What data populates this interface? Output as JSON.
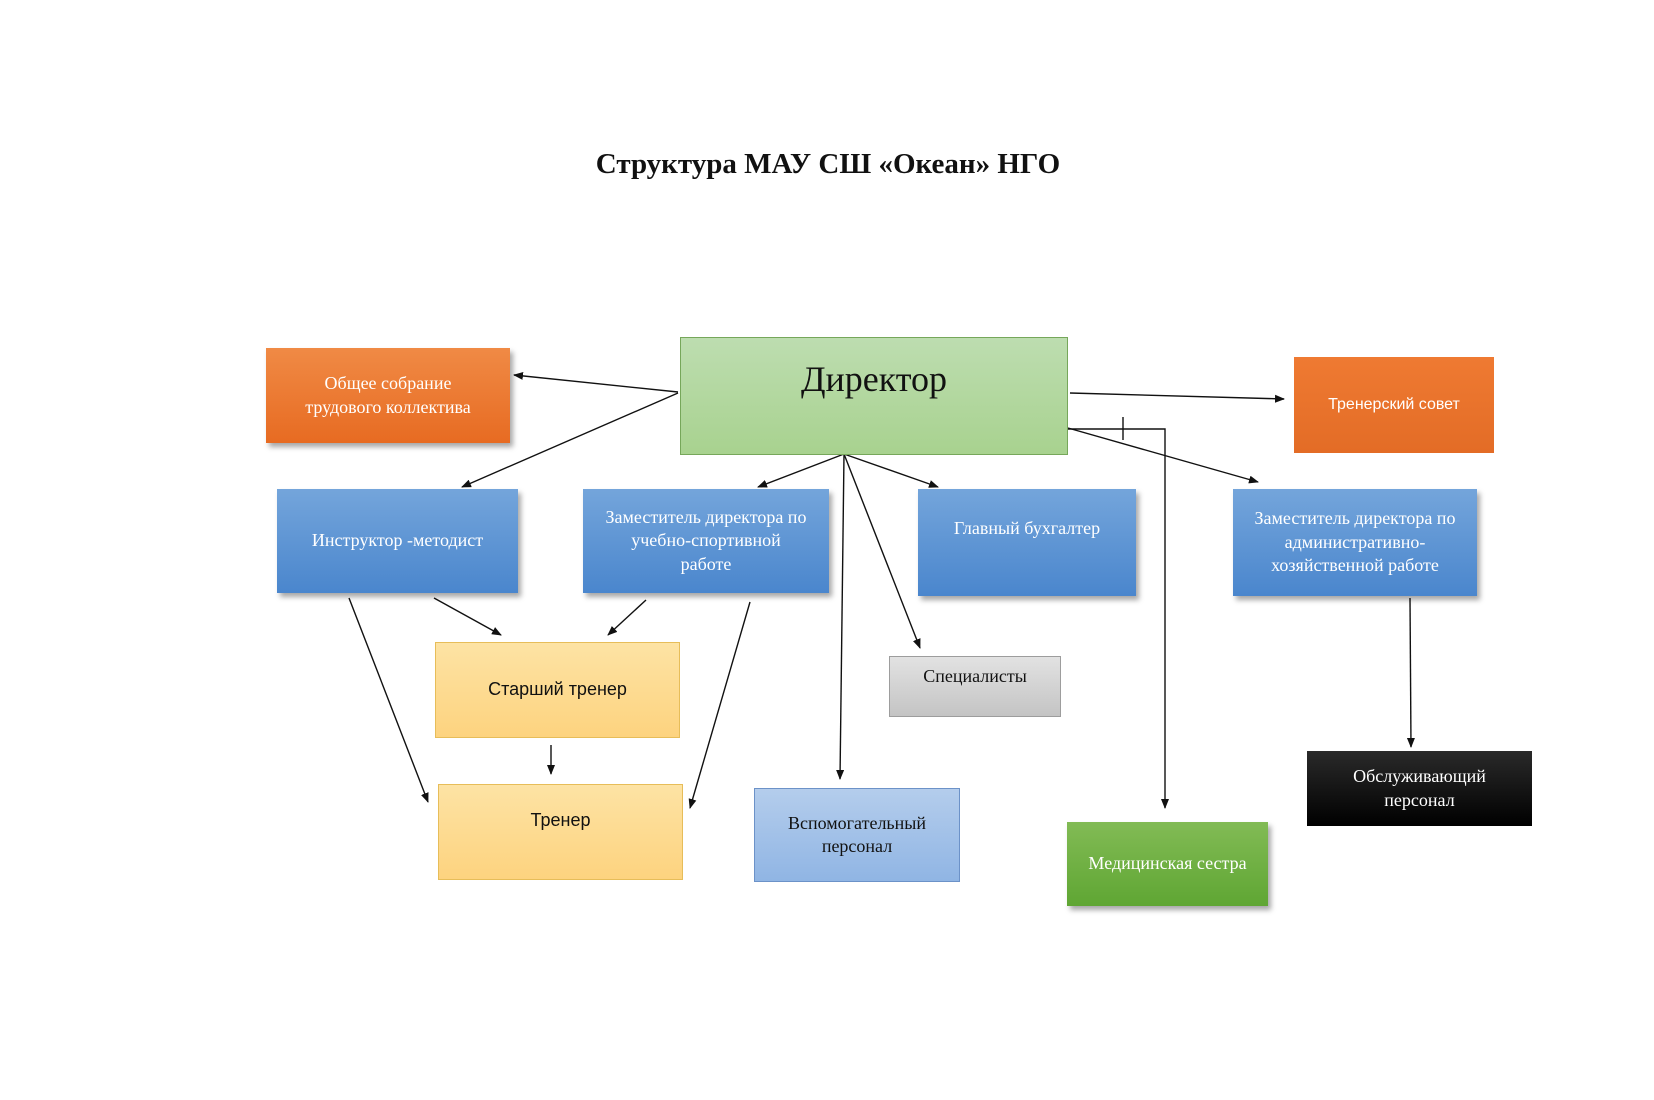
{
  "title": "Структура МАУ СШ «Океан» НГО",
  "nodes": {
    "director": "Директор",
    "general_meeting": "Общее собрание\nтрудового коллектива",
    "coach_council": "Тренерский совет",
    "instructor": "Инструктор -методист",
    "deputy_sport": "Заместитель директора по\nучебно-спортивной\nработе",
    "chief_accountant": "Главный бухгалтер",
    "deputy_admin": "Заместитель директора по\nадминистративно-\nхозяйственной работе",
    "senior_coach": "Старший тренер",
    "coach": "Тренер",
    "specialists": "Специалисты",
    "support_staff": "Вспомогательный\nперсонал",
    "nurse": "Медицинская сестра",
    "service_staff": "Обслуживающий\nперсонал"
  }
}
